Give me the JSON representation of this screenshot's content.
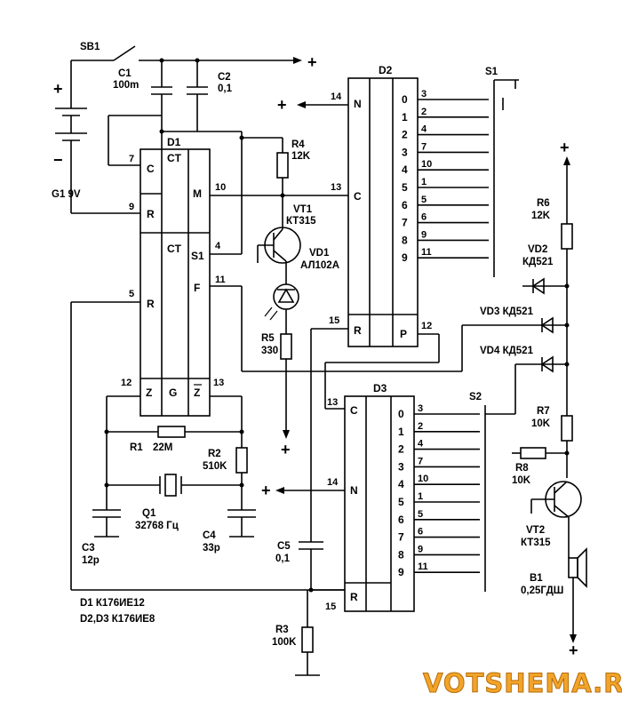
{
  "switches": {
    "sb1": "SB1",
    "s1": "S1",
    "s2": "S2"
  },
  "power": {
    "plus": "+",
    "minus": "−",
    "battery": "G1 9V"
  },
  "chips": {
    "d1": {
      "name": "D1",
      "ct": "CT",
      "c": "C",
      "r": "R",
      "m": "M",
      "s1": "S1",
      "f": "F",
      "z": "Z",
      "g": "G",
      "zbar": "Z"
    },
    "d2": {
      "name": "D2",
      "n": "N",
      "c": "C",
      "r": "R",
      "p": "P"
    },
    "d3": {
      "name": "D3",
      "n": "N",
      "c": "C",
      "r": "R"
    }
  },
  "pins": {
    "d1": {
      "c": "7",
      "r9": "9",
      "r5": "5",
      "m": "10",
      "s1": "4",
      "f": "11",
      "z": "12",
      "zbar": "13"
    },
    "d2": {
      "n": "14",
      "c": "13",
      "r": "15",
      "p": "12"
    },
    "d3": {
      "c": "13",
      "n": "14",
      "r": "15"
    }
  },
  "outputs": [
    "0",
    "1",
    "2",
    "3",
    "4",
    "5",
    "6",
    "7",
    "8",
    "9"
  ],
  "d2_pins": [
    "3",
    "2",
    "4",
    "7",
    "10",
    "1",
    "5",
    "6",
    "9",
    "11"
  ],
  "d3_pins": [
    "3",
    "2",
    "4",
    "7",
    "10",
    "1",
    "5",
    "6",
    "9",
    "11"
  ],
  "components": {
    "c1": "C1",
    "c1_val": "100m",
    "c2": "C2",
    "c2_val": "0,1",
    "r4": "R4",
    "r4_val": "12K",
    "vt1": "VT1",
    "vt1_val": "КТ315",
    "vd1": "VD1",
    "vd1_val": "АЛ102А",
    "r5": "R5",
    "r5_val": "330",
    "r1": "R1",
    "r1_val": "22M",
    "r2": "R2",
    "r2_val": "510K",
    "q1": "Q1",
    "q1_val": "32768 Гц",
    "c3": "C3",
    "c3_val": "12p",
    "c4": "C4",
    "c4_val": "33p",
    "c5": "C5",
    "c5_val": "0,1",
    "r3": "R3",
    "r3_val": "100K",
    "r6": "R6",
    "r6_val": "12K",
    "vd2": "VD2",
    "vd2_val": "КД521",
    "vd3": "VD3 КД521",
    "vd4": "VD4 КД521",
    "r7": "R7",
    "r7_val": "10K",
    "r8": "R8",
    "r8_val": "10K",
    "vt2": "VT2",
    "vt2_val": "КТ315",
    "b1": "B1",
    "b1_val": "0,25ГДШ"
  },
  "notes": {
    "line1": "D1  К176ИЕ12",
    "line2": "D2,D3 К176ИЕ8"
  },
  "watermark": "VOTSHEMA.RU"
}
